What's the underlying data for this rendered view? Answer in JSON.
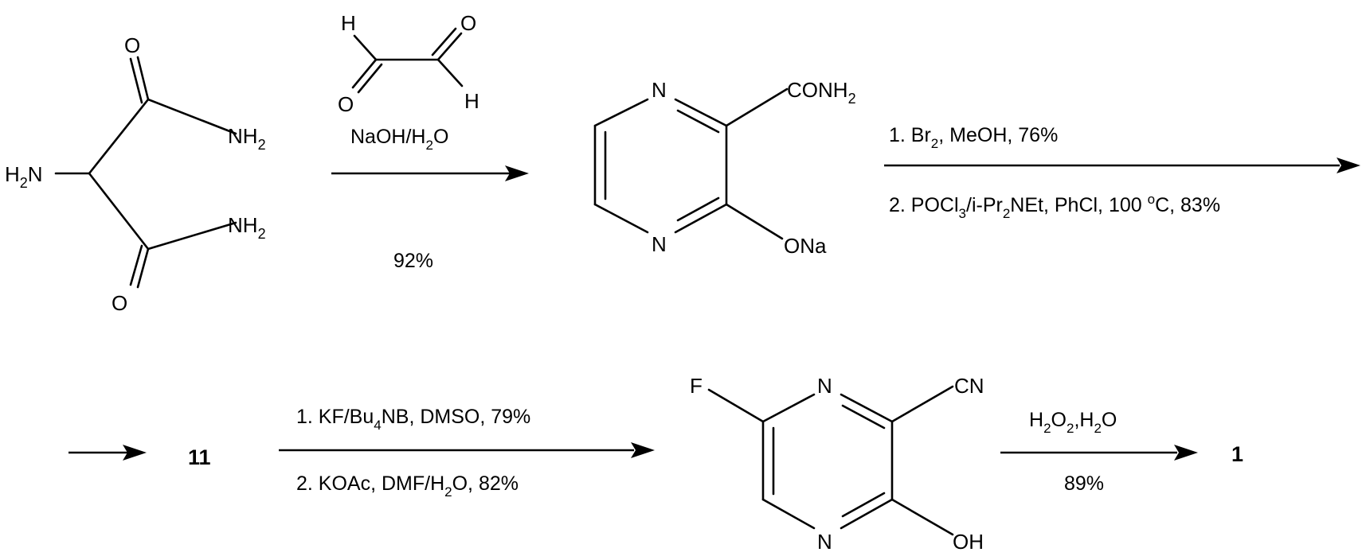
{
  "scheme": {
    "aminomalonamide": {
      "o_top": "O",
      "nh2_top": "NH2",
      "h2n_left": "H2N",
      "nh2_bottom": "NH2",
      "o_bottom": "O"
    },
    "glyoxal": {
      "h_top": "H",
      "o_right": "O",
      "o_left": "O",
      "h_bottom": "H"
    },
    "step1": {
      "reagent": "NaOH/H2O",
      "yield": "92%"
    },
    "pyrazine_carboxamide": {
      "n_top": "N",
      "conh2": "CONH2",
      "n_bottom": "N",
      "ona": "ONa"
    },
    "step2": {
      "line1": "1. Br2, MeOH, 76%",
      "line2": "2. POCl3/i-Pr2NEt, PhCl, 100 °C, 83%"
    },
    "intermediate_label": "11",
    "step3": {
      "line1": "1. KF/Bu4NB, DMSO, 79%",
      "line2": "2. KOAc, DMF/H2O, 82%"
    },
    "fluoropyrazine": {
      "f": "F",
      "n_top": "N",
      "cn": "CN",
      "n_bottom": "N",
      "oh": "OH"
    },
    "step4": {
      "reagent": "H2O2,H2O",
      "yield": "89%"
    },
    "product_label": "1"
  }
}
